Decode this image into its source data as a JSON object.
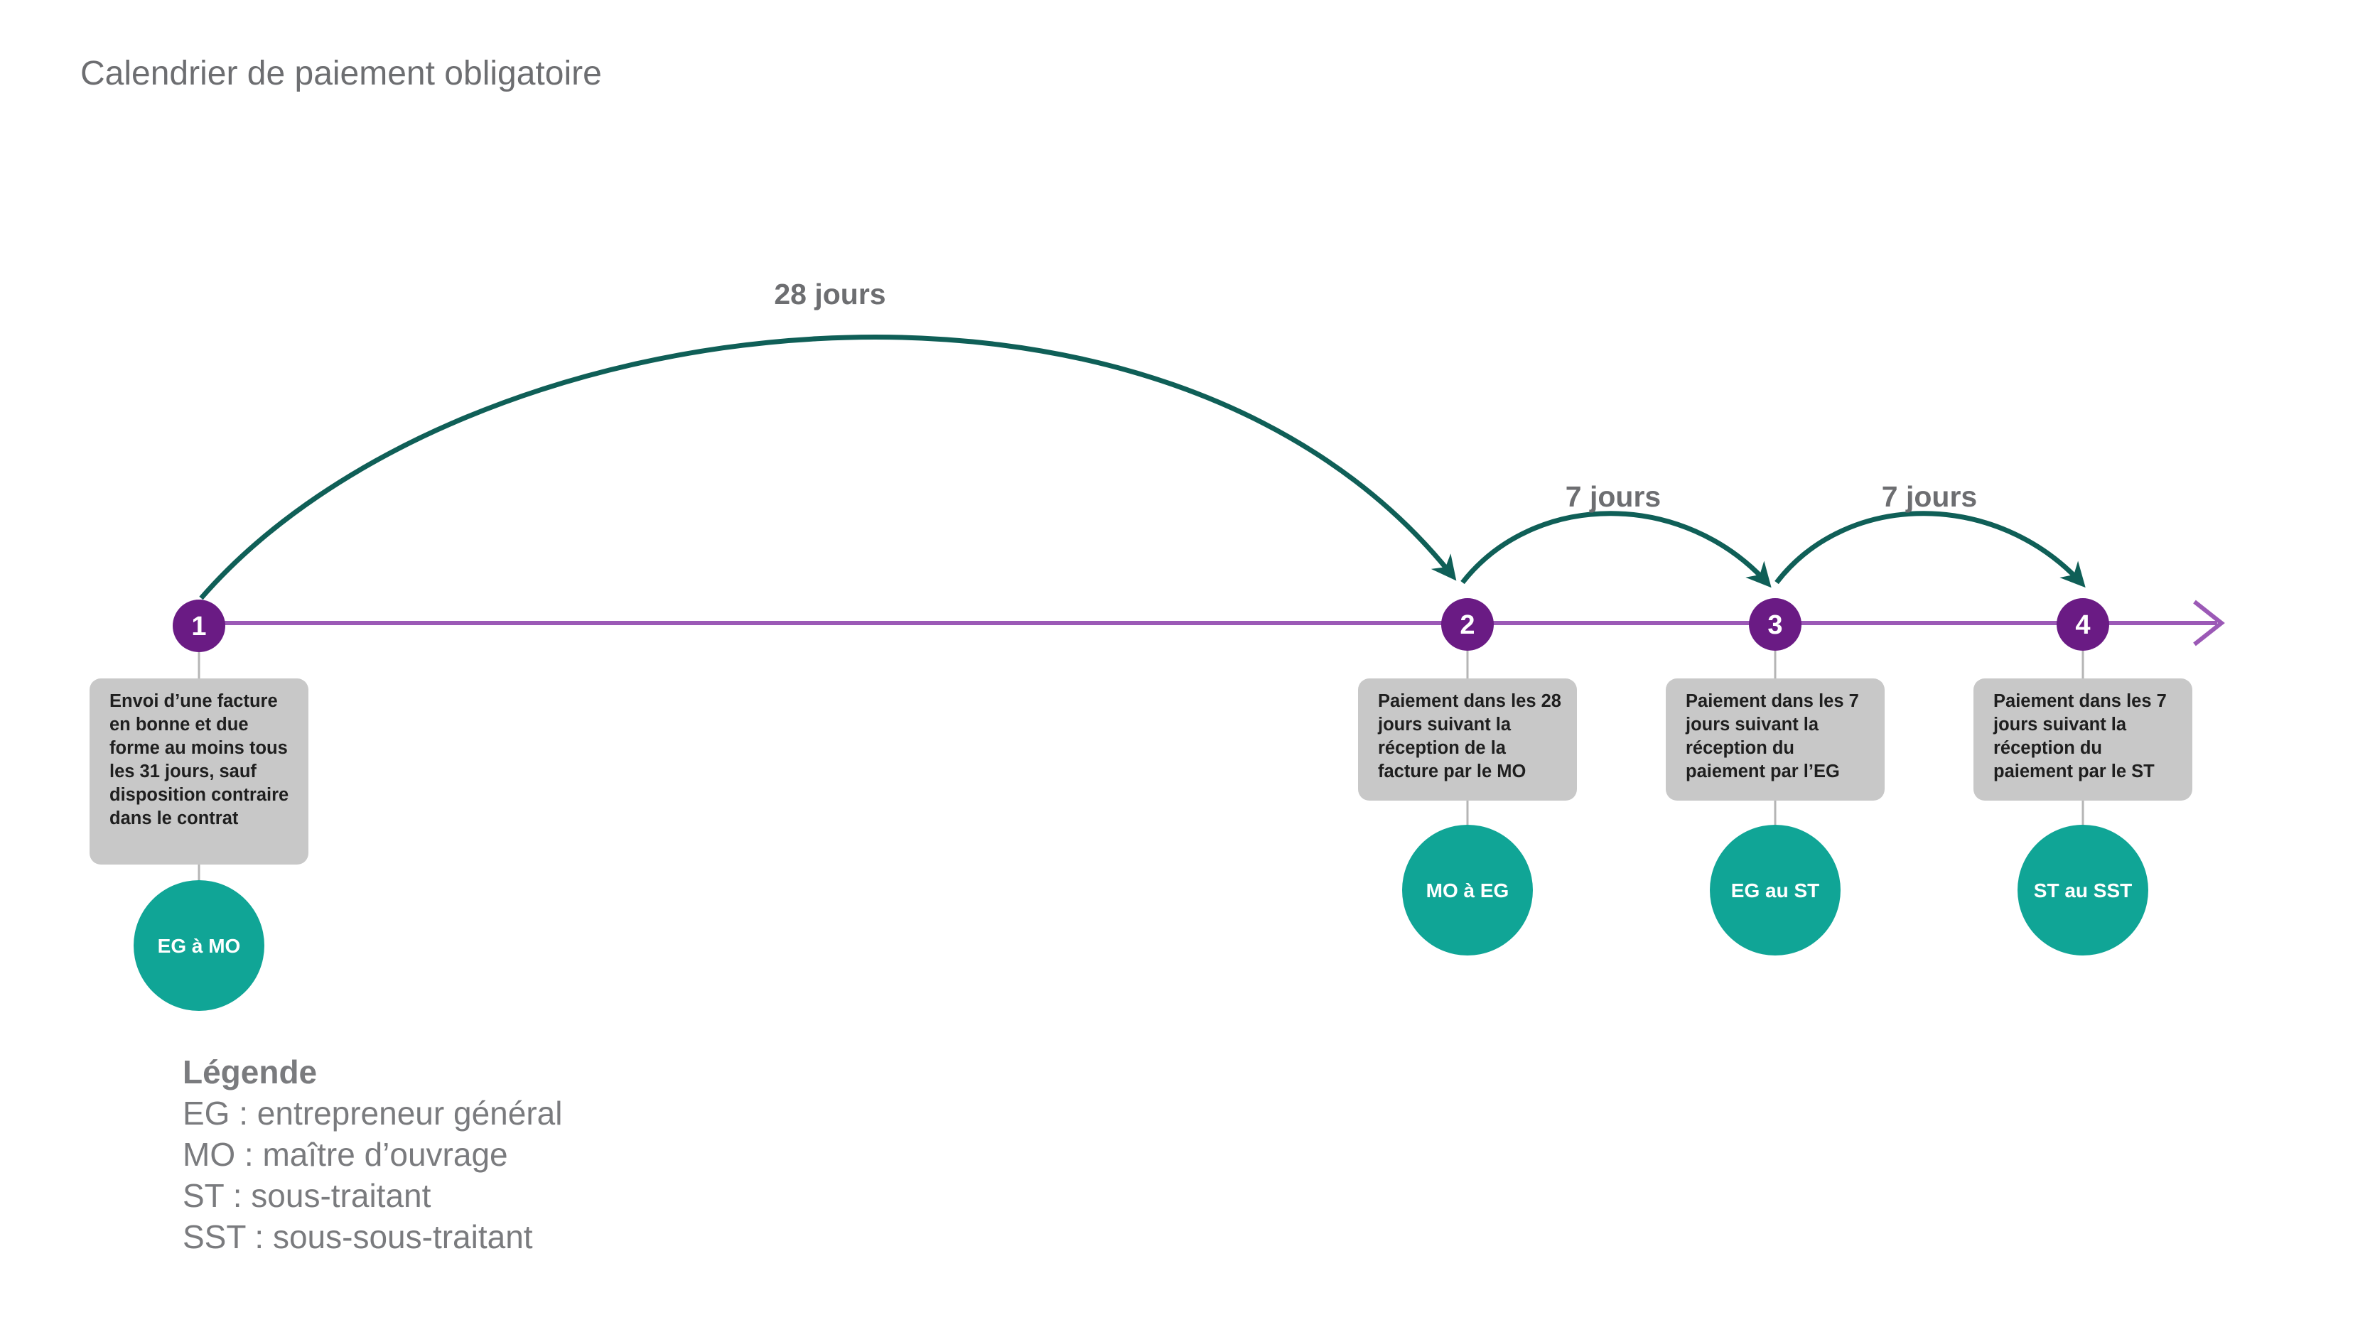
{
  "title": "Calendrier de paiement obligatoire",
  "colors": {
    "timeline": "#9b59b6",
    "step_circle": "#6a1b84",
    "arc": "#0f5f57",
    "party_circle": "#10a596",
    "box": "#c8c8c8",
    "text_gray": "#6d6e71"
  },
  "steps": [
    {
      "number": "1",
      "description": "Envoi d’une facture en bonne et due forme au moins tous les 31 jours, sauf disposition contraire dans le contrat",
      "party": "EG à MO"
    },
    {
      "number": "2",
      "description": "Paiement dans les 28 jours suivant la réception de la facture par le MO",
      "party": "MO à EG"
    },
    {
      "number": "3",
      "description": "Paiement dans les 7 jours suivant la réception du paiement par l’EG",
      "party": "EG au ST"
    },
    {
      "number": "4",
      "description": "Paiement dans les 7 jours suivant la réception du paiement par le ST",
      "party": "ST au SST"
    }
  ],
  "intervals": [
    {
      "label": "28 jours"
    },
    {
      "label": "7 jours"
    },
    {
      "label": "7 jours"
    }
  ],
  "legend": {
    "title": "Légende",
    "items": [
      "EG : entrepreneur général",
      "MO : maître d’ouvrage",
      "ST : sous-traitant",
      "SST : sous-sous-traitant"
    ]
  }
}
